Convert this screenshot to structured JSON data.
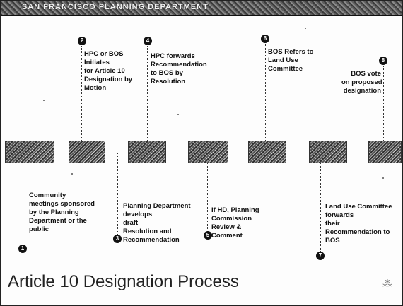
{
  "header": {
    "title": "SAN FRANCISCO PLANNING DEPARTMENT"
  },
  "steps": [
    {
      "number": "1",
      "lines": [
        "Community",
        "meetings sponsored",
        "by the Planning",
        "Department or the",
        "public"
      ]
    },
    {
      "number": "2",
      "lines": [
        "HPC or BOS",
        "Initiates",
        "for Article 10",
        "Designation by",
        "Motion"
      ]
    },
    {
      "number": "3",
      "lines": [
        "Planning Department",
        "develops",
        "draft",
        "Resolution and",
        "Recommendation"
      ]
    },
    {
      "number": "4",
      "lines": [
        "HPC forwards",
        "Recommendation",
        "to BOS by",
        "Resolution"
      ]
    },
    {
      "number": "5",
      "lines": [
        "If HD, Planning",
        "Commission",
        "Review &",
        "Comment"
      ]
    },
    {
      "number": "6",
      "lines": [
        "BOS Refers to",
        "Land Use",
        "Committee"
      ]
    },
    {
      "number": "7",
      "lines": [
        "Land Use Committee",
        "forwards",
        "their",
        "Recommendation to",
        "BOS"
      ]
    },
    {
      "number": "8",
      "lines": [
        "BOS vote",
        "on proposed",
        "designation"
      ]
    }
  ],
  "footer": {
    "title": "Article 10 Designation Process"
  },
  "colors": {
    "marker": "#111111",
    "box_dark": "#2f2f2f",
    "box_light": "#cfcfcf"
  }
}
